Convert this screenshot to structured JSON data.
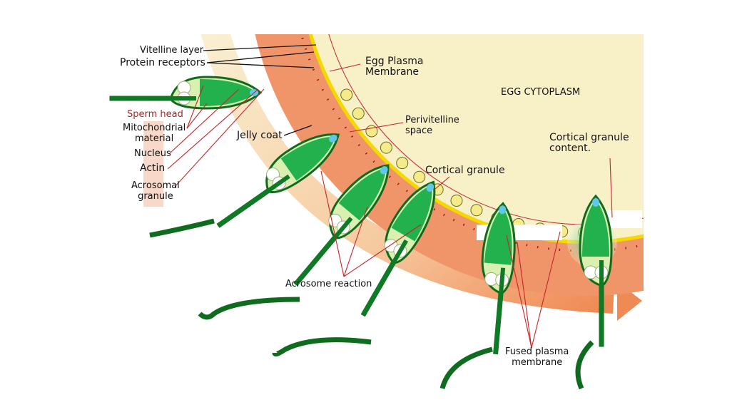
{
  "labels": {
    "vitelline_layer": "Vitelline layer",
    "protein_receptors": "Protein receptors",
    "egg_plasma_membrane": [
      "Egg Plasma",
      "Membrane"
    ],
    "egg_cytoplasm": "EGG CYTOPLASM",
    "sperm_head": "Sperm head",
    "mitochondrial_material": [
      "Mitochondrial",
      "material"
    ],
    "nucleus": "Nucleus",
    "actin": "Actin",
    "acrosomal_granule": [
      "Acrosomal",
      "granule"
    ],
    "jelly_coat": "Jelly coat",
    "perivitelline_space": [
      "Perivitelline",
      "space"
    ],
    "cortical_granule": "Cortical granule",
    "cortical_granule_content": [
      "Cortical granule",
      "content."
    ],
    "acrosome_reaction": "Acrosome reaction",
    "fused_plasma_membrane": [
      "Fused plasma",
      "membrane"
    ]
  },
  "colors": {
    "cytoplasm": "#f8f1c8",
    "jelly_coat": "#f0956a",
    "membrane": "#f5d800",
    "sperm_green": "#22b14c",
    "sperm_outline": "#0f6b1e",
    "leader_red": "#c8242a",
    "arrow_start": "#f7ecc8",
    "arrow_end": "#f08a55"
  }
}
